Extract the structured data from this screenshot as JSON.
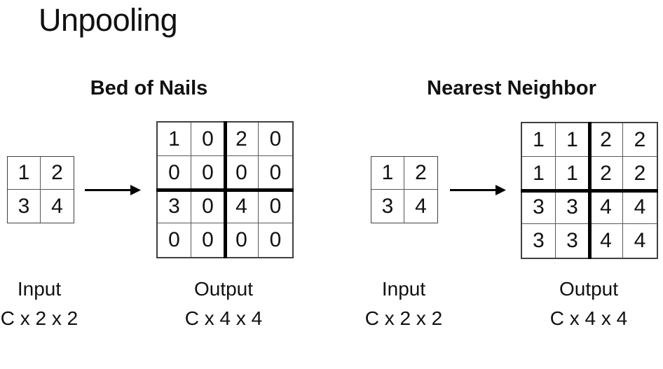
{
  "title": "Unpooling",
  "panels": [
    {
      "heading": "Bed of Nails",
      "input": {
        "rows": [
          [
            1,
            2
          ],
          [
            3,
            4
          ]
        ],
        "label": "Input",
        "shape": "C x 2 x 2"
      },
      "output": {
        "rows": [
          [
            1,
            0,
            2,
            0
          ],
          [
            0,
            0,
            0,
            0
          ],
          [
            3,
            0,
            4,
            0
          ],
          [
            0,
            0,
            0,
            0
          ]
        ],
        "label": "Output",
        "shape": "C x 4 x 4"
      }
    },
    {
      "heading": "Nearest Neighbor",
      "input": {
        "rows": [
          [
            1,
            2
          ],
          [
            3,
            4
          ]
        ],
        "label": "Input",
        "shape": "C x 2 x 2"
      },
      "output": {
        "rows": [
          [
            1,
            1,
            2,
            2
          ],
          [
            1,
            1,
            2,
            2
          ],
          [
            3,
            3,
            4,
            4
          ],
          [
            3,
            3,
            4,
            4
          ]
        ],
        "label": "Output",
        "shape": "C x 4 x 4"
      }
    }
  ],
  "colors": {
    "background": "#ffffff",
    "text": "#111111",
    "thin_line": "#595959",
    "outer_border": "#404040",
    "thick_line": "#000000"
  }
}
